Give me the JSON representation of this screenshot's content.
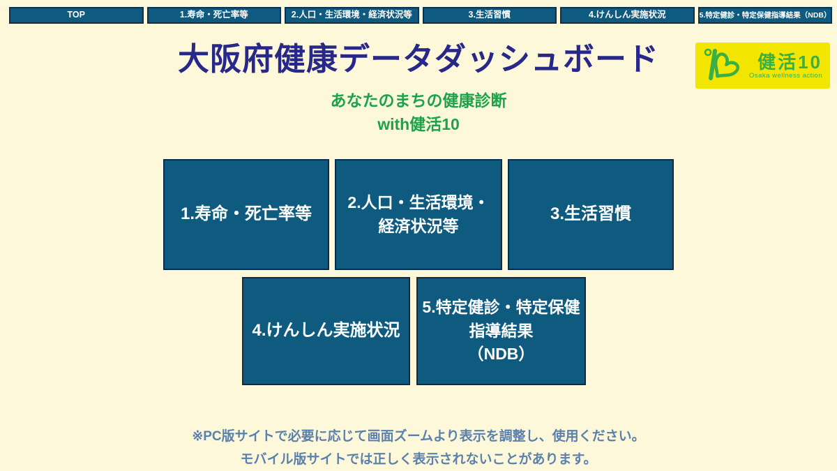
{
  "page": {
    "title": "大阪府健康データダッシュボード",
    "subtitle_line1": "あなたのまちの健康診断",
    "subtitle_line2": "with健活10",
    "note_line1": "※PC版サイトで必要に応じて画面ズームより表示を調整し、使用ください。",
    "note_line2": "モバイル版サイトでは正しく表示されないことがあります。"
  },
  "colors": {
    "background": "#fdf8d9",
    "tile_fill": "#0f5b80",
    "tile_border": "#0c2c4c",
    "title_navy": "#28288a",
    "subtitle_green": "#1ba24a",
    "note_blue": "#5b80ad",
    "logo_yellow": "#f2e600",
    "logo_green": "#3aaf46"
  },
  "nav": {
    "tabs": [
      {
        "label": "TOP"
      },
      {
        "label": "1.寿命・死亡率等"
      },
      {
        "label": "2.人口・生活環境・経済状況等"
      },
      {
        "label": "3.生活習慣"
      },
      {
        "label": "4.けんしん実施状況"
      },
      {
        "label": "5.特定健診・特定保健指導結果（NDB）"
      }
    ]
  },
  "tiles": {
    "row1": [
      {
        "lines": [
          "1.寿命・死亡率等"
        ]
      },
      {
        "lines": [
          "2.人口・生活環境・",
          "経済状況等"
        ]
      },
      {
        "lines": [
          "3.生活習慣"
        ]
      }
    ],
    "row2": [
      {
        "lines": [
          "4.けんしん実施状況"
        ]
      },
      {
        "lines": [
          "5.特定健診・特定保健",
          "指導結果",
          "（NDB）"
        ]
      }
    ]
  },
  "logo": {
    "name": "健活10",
    "tagline": "Osaka wellness action"
  }
}
